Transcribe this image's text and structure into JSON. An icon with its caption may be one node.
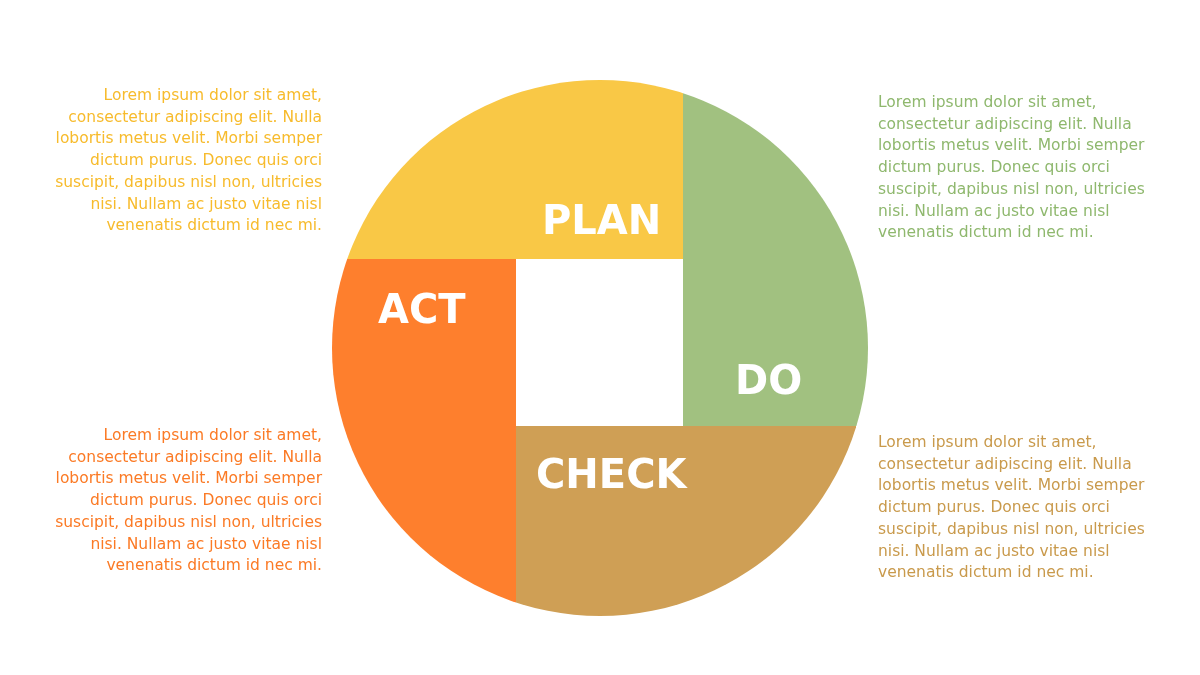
{
  "diagram": {
    "nodes": [
      {
        "text": [
          "PLAN"
        ],
        "beside": [
          "Lorem ipsum dolor sit amet, consectetur adipiscing elit. Nulla lobortis metus velit. Morbi semper dictum purus. Donec quis orci suscipit, dapibus nisl non, ultricies nisi. Nullam ac justo vitae nisl venenatis dictum id nec mi."
        ]
      },
      {
        "text": [
          "DO"
        ],
        "beside": [
          "Lorem ipsum dolor sit amet, consectetur adipiscing elit. Nulla lobortis metus velit. Morbi semper dictum purus. Donec quis orci suscipit, dapibus nisl non, ultricies nisi. Nullam ac justo vitae nisl venenatis dictum id nec mi."
        ]
      },
      {
        "text": [
          "CHECK"
        ],
        "beside": [
          "Lorem ipsum dolor sit amet, consectetur adipiscing elit. Nulla lobortis metus velit. Morbi semper dictum purus. Donec quis orci suscipit, dapibus nisl non, ultricies nisi. Nullam ac justo vitae nisl venenatis dictum id nec mi."
        ]
      },
      {
        "text": [
          "ACT"
        ],
        "beside": [
          "Lorem ipsum dolor sit amet, consectetur adipiscing elit. Nulla lobortis metus velit. Morbi semper dictum purus. Donec quis orci suscipit, dapibus nisl non, ultricies nisi. Nullam ac justo vitae nisl venenatis dictum id nec mi."
        ]
      }
    ]
  }
}
